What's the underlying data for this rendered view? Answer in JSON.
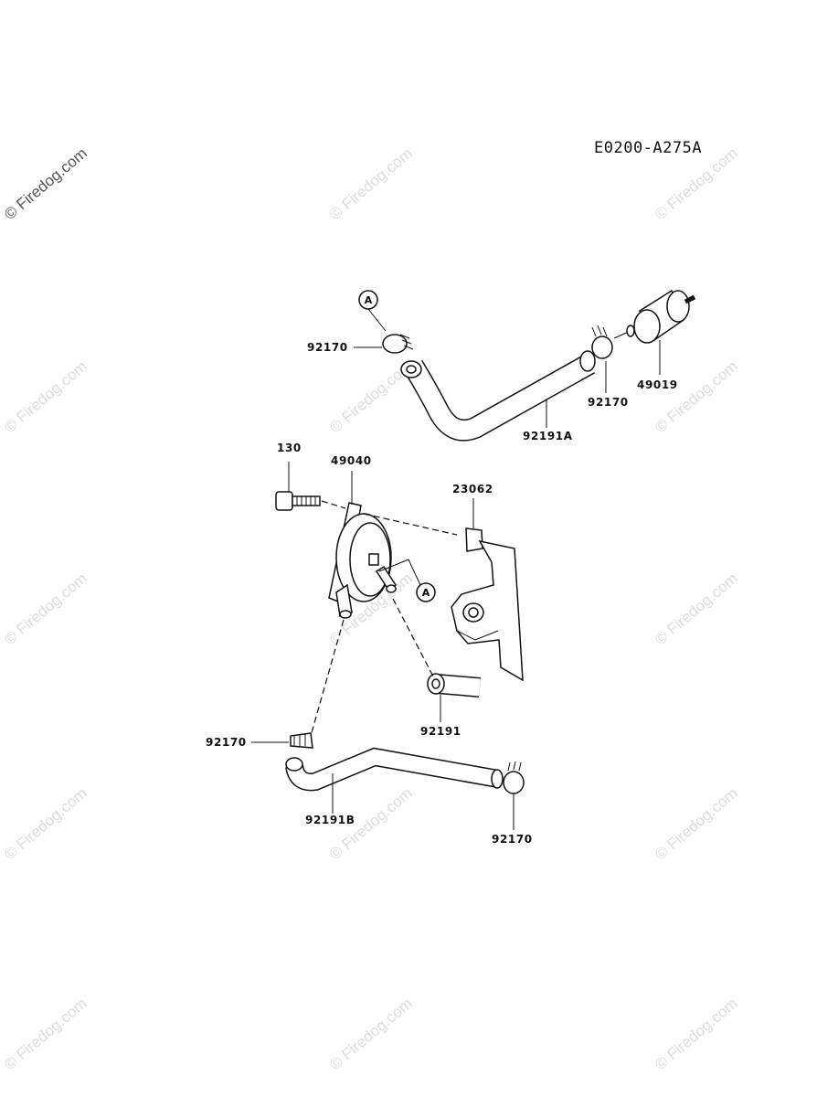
{
  "diagram": {
    "code": "E0200-A275A",
    "callout_letter": "A",
    "watermark": "© Firedog.com",
    "parts": {
      "clamp_top_left": "92170",
      "fuel_filter": "49019",
      "clamp_top_right": "92170",
      "hose_a": "92191A",
      "bolt": "130",
      "fuel_pump": "49040",
      "bracket": "23062",
      "hose_short": "92191",
      "clamp_bottom_left": "92170",
      "hose_b": "92191B",
      "clamp_bottom_right": "92170"
    }
  }
}
